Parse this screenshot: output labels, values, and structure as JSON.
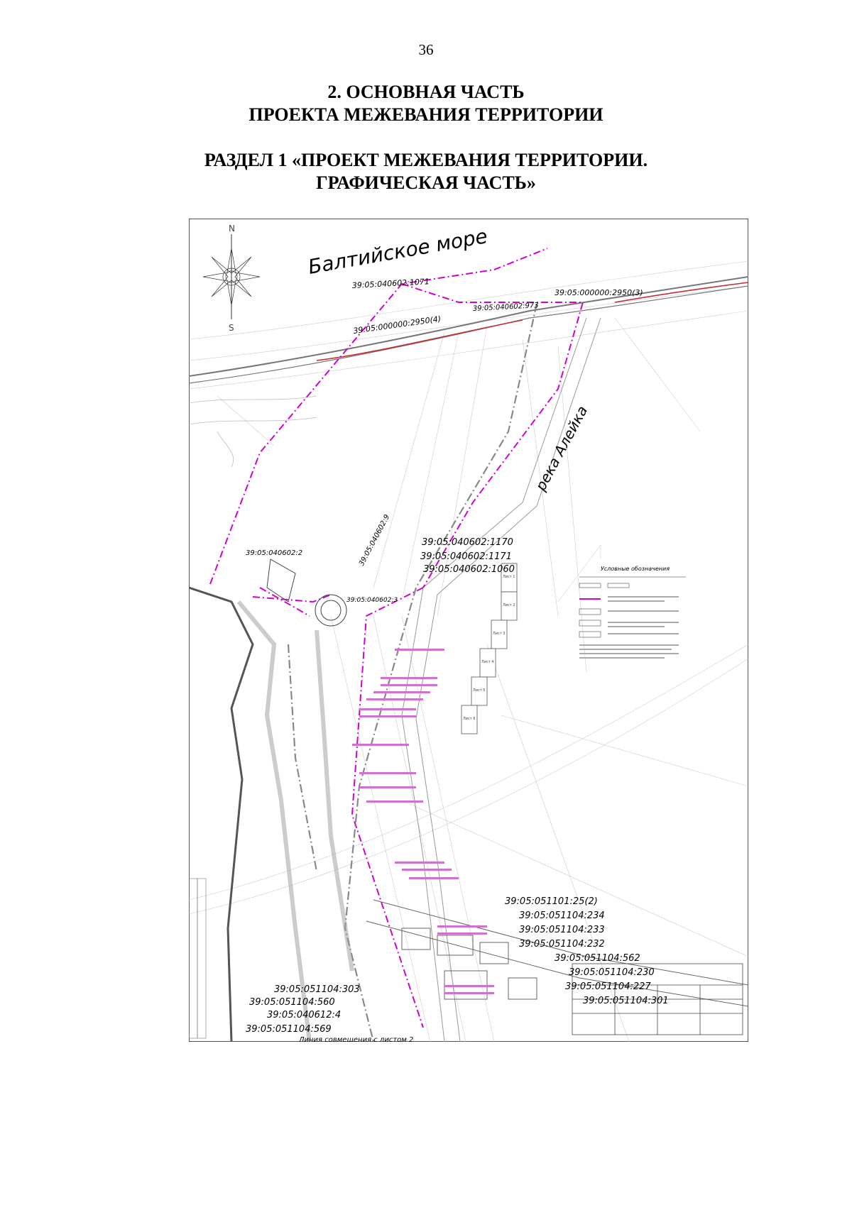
{
  "page_number": "36",
  "heading1": {
    "line1": "2. ОСНОВНАЯ ЧАСТЬ",
    "line2": "ПРОЕКТА МЕЖЕВАНИЯ ТЕРРИТОРИИ"
  },
  "heading2": {
    "line1": "РАЗДЕЛ 1 «ПРОЕКТ МЕЖЕВАНИЯ ТЕРРИТОРИИ.",
    "line2": "ГРАФИЧЕСКАЯ ЧАСТЬ»"
  },
  "map": {
    "sea_label": "Балтийское море",
    "river_label": "река Алейка",
    "compass": {
      "n": "N",
      "s": "S"
    },
    "parcels_top": [
      "39:05:040602:1071",
      "39:05:000000:2950(3)",
      "39:05:040602:973",
      "39:05:000000:2950(4)"
    ],
    "parcels_mid": [
      "39:05:040602:2",
      "39:05:040602:9",
      "39:05:040602:1170",
      "39:05:040602:1171",
      "39:05:040602:1060",
      "39:05:040602:3"
    ],
    "parcels_right": [
      "39:05:051101:25(2)",
      "39:05:051104:234",
      "39:05:051104:233",
      "39:05:051104:232",
      "39:05:051104:562",
      "39:05:051104:230",
      "39:05:051104:227",
      "39:05:051104:301"
    ],
    "parcels_left": [
      "39:05:051104:303",
      "39:05:051104:560",
      "39:05:040612:4",
      "39:05:051104:569"
    ],
    "match_line": "Линия совмещения с листом 2",
    "legend_title": "Условные обозначения",
    "sheets": [
      "Лист 1",
      "Лист 2",
      "Лист 3",
      "Лист 4",
      "Лист 5",
      "Лист 6"
    ]
  }
}
